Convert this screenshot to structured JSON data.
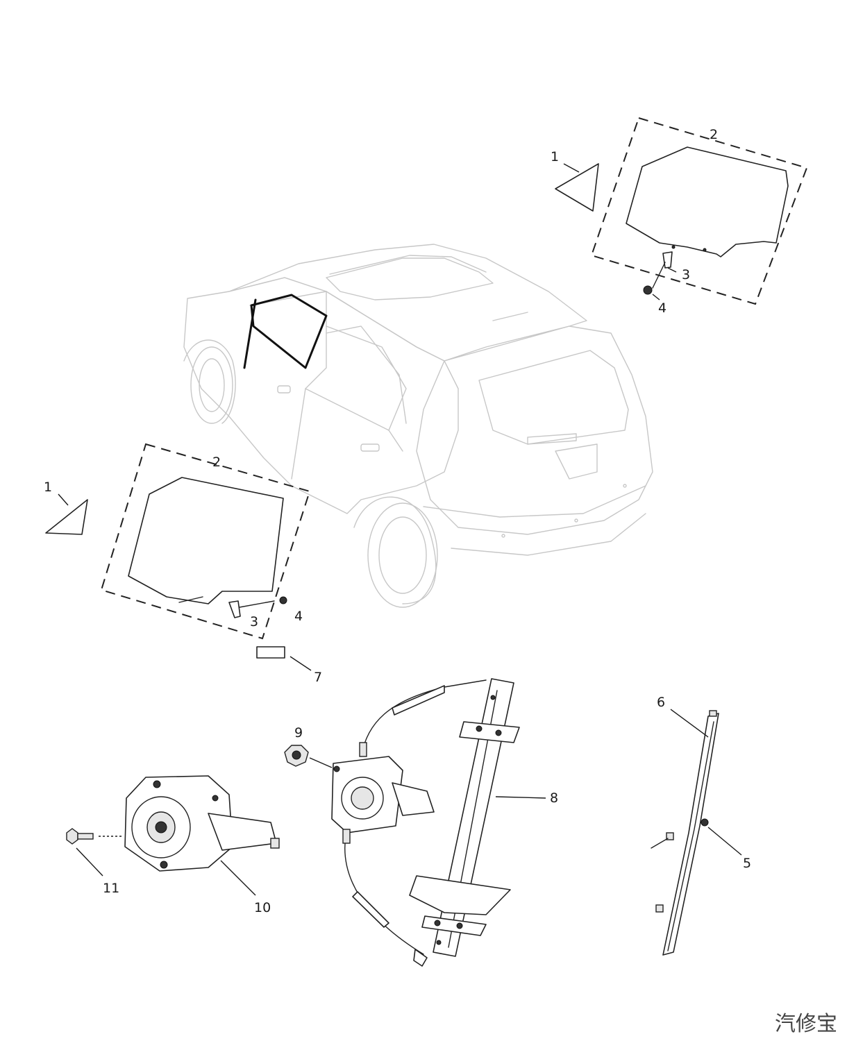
{
  "callouts": {
    "rear_right": {
      "quarter_glass": "1",
      "door_glass": "2",
      "clip": "3",
      "screw": "4"
    },
    "rear_left": {
      "quarter_glass": "1",
      "door_glass": "2",
      "clip": "3",
      "screw": "4"
    },
    "channel_screw": "5",
    "glass_run_channel": "6",
    "label_plate": "7",
    "window_regulator": "8",
    "nut": "9",
    "motor": "10",
    "motor_bolt": "11"
  },
  "watermark": "汽修宝",
  "colors": {
    "ink": "#1a1a1a",
    "ghost_vehicle": "#c7c7c7",
    "background": "#ffffff"
  }
}
